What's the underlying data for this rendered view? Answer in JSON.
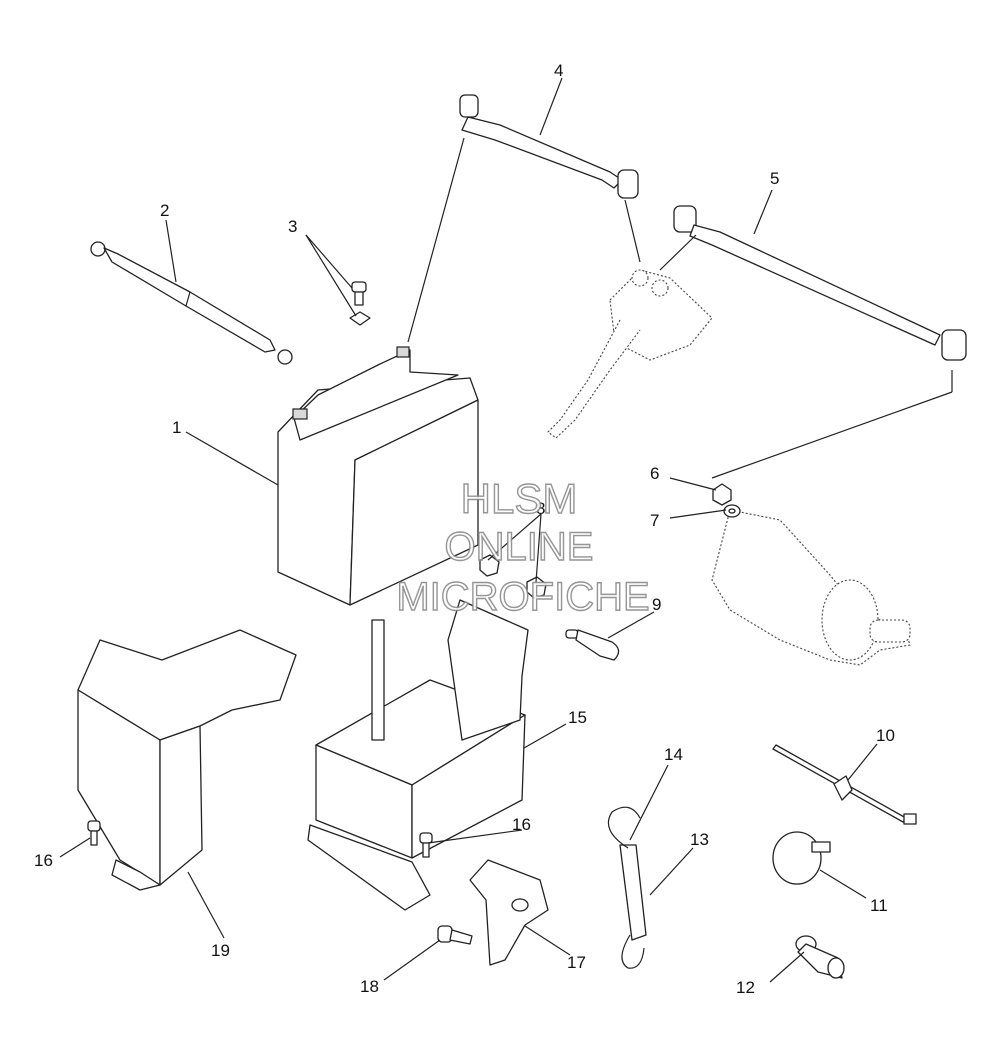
{
  "watermark": {
    "line1": "HLSM",
    "line2": "ONLINE",
    "line3": "MICROFICHE"
  },
  "callouts": [
    "1",
    "2",
    "3",
    "4",
    "5",
    "6",
    "7",
    "8",
    "9",
    "10",
    "11",
    "12",
    "13",
    "14",
    "15",
    "16",
    "16",
    "17",
    "18",
    "19"
  ]
}
